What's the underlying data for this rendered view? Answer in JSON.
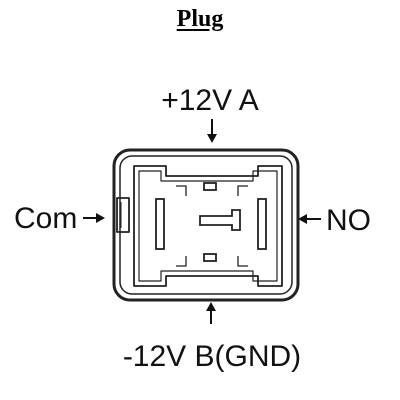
{
  "title": "Plug",
  "labels": {
    "top": "+12V A",
    "left": "Com",
    "right": "NO",
    "bottom": "-12V B(GND)"
  },
  "colors": {
    "ink": "#111111",
    "outline": "#222222"
  }
}
